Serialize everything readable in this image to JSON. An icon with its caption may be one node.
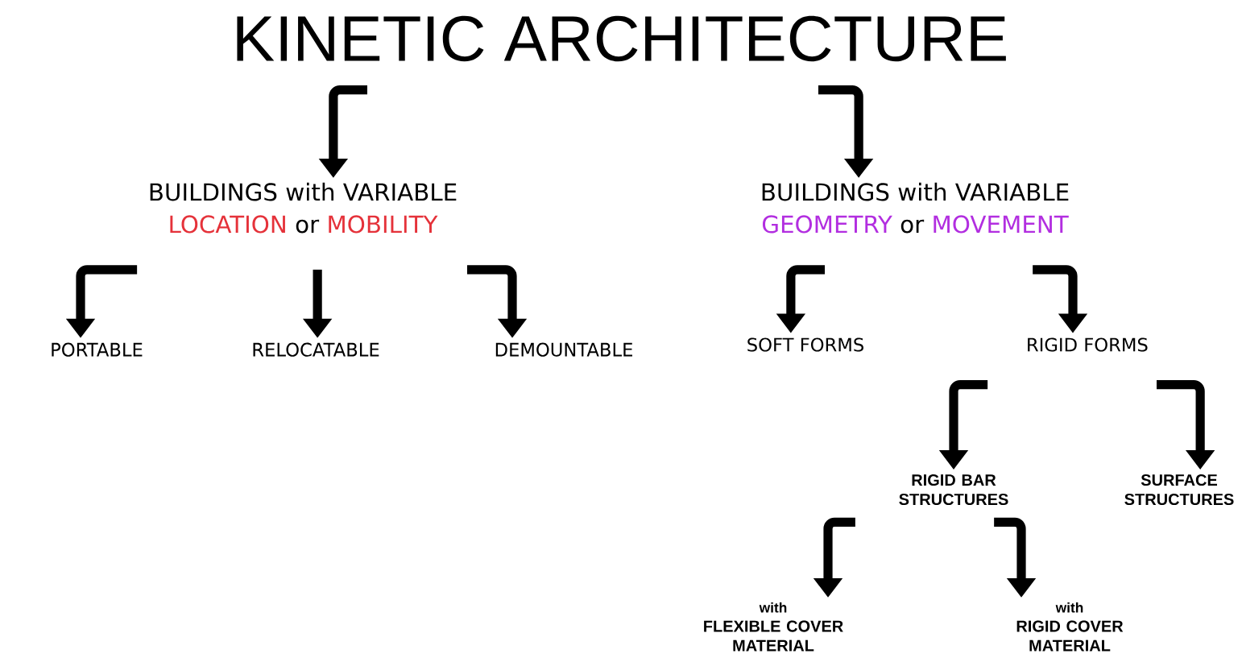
{
  "diagram": {
    "nodes": [
      {
        "text": [
          "KINETIC ARCHITECTURE"
        ]
      },
      {
        "text": [
          "BUILDINGS with VARIABLE",
          "LOCATION",
          "or",
          "MOBILITY"
        ]
      },
      {
        "text": [
          "BUILDINGS with VARIABLE",
          "GEOMETRY",
          "or",
          "MOVEMENT"
        ]
      },
      {
        "text": [
          "PORTABLE"
        ]
      },
      {
        "text": [
          "RELOCATABLE"
        ]
      },
      {
        "text": [
          "DEMOUNTABLE"
        ]
      },
      {
        "text": [
          "SOFT FORMS"
        ]
      },
      {
        "text": [
          "RIGID FORMS"
        ]
      },
      {
        "text": [
          "RIGID BAR STRUCTURES"
        ]
      },
      {
        "text": [
          "SURFACE STRUCTURES"
        ]
      },
      {
        "text": [
          "with",
          "FLEXIBLE COVER MATERIAL"
        ]
      },
      {
        "text": [
          "with",
          "RIGID COVER MATERIAL"
        ]
      }
    ],
    "edges": [
      {
        "from": 0,
        "to": 1,
        "arrow": "to"
      },
      {
        "from": 0,
        "to": 2,
        "arrow": "to"
      },
      {
        "from": 1,
        "to": 3,
        "arrow": "to"
      },
      {
        "from": 1,
        "to": 4,
        "arrow": "to"
      },
      {
        "from": 1,
        "to": 5,
        "arrow": "to"
      },
      {
        "from": 2,
        "to": 6,
        "arrow": "to"
      },
      {
        "from": 2,
        "to": 7,
        "arrow": "to"
      },
      {
        "from": 7,
        "to": 8,
        "arrow": "to"
      },
      {
        "from": 7,
        "to": 9,
        "arrow": "to"
      },
      {
        "from": 8,
        "to": 10,
        "arrow": "to"
      },
      {
        "from": 8,
        "to": 11,
        "arrow": "to"
      }
    ]
  }
}
